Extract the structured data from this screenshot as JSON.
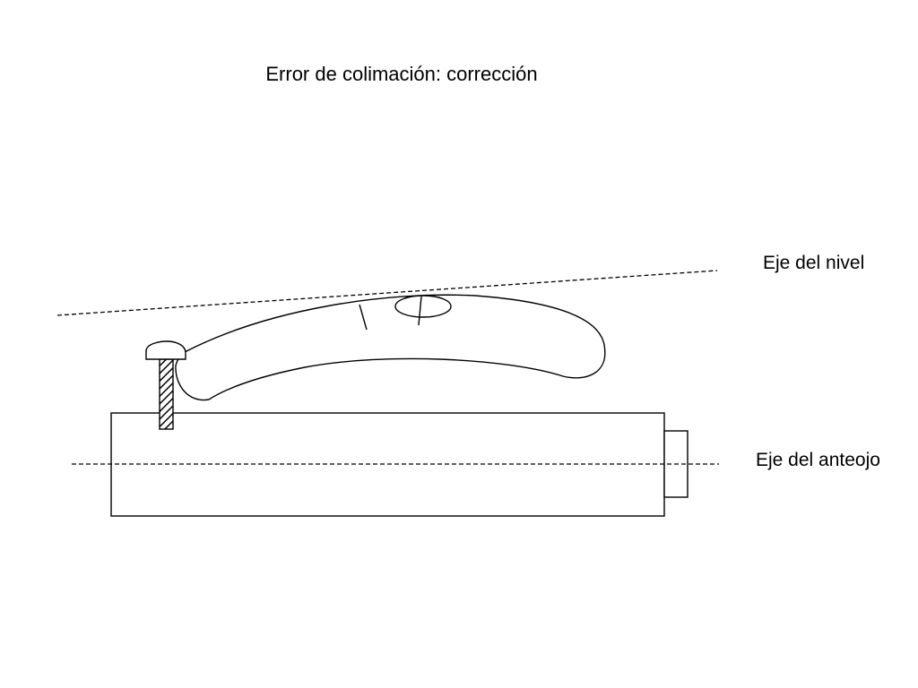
{
  "title": "Error de colimación: corrección",
  "labels": {
    "level_axis": "Eje del nivel",
    "telescope_axis": "Eje del anteojo"
  },
  "colors": {
    "stroke": "#000000",
    "background": "#ffffff"
  }
}
